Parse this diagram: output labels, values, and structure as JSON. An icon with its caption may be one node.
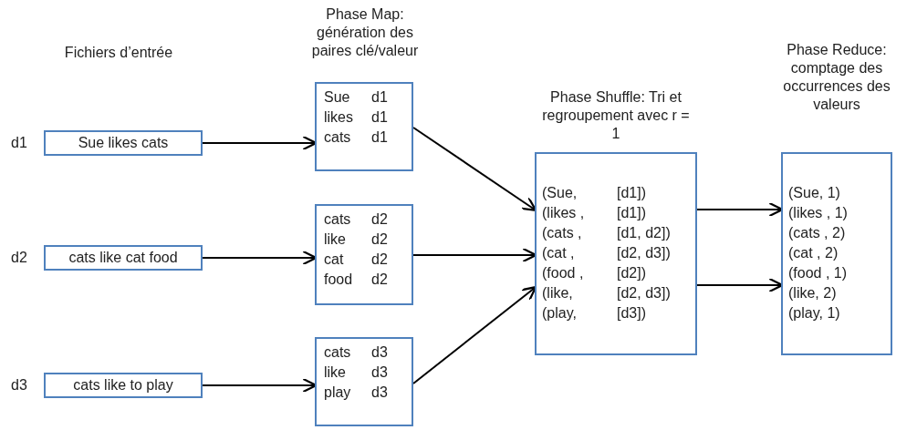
{
  "diagram": {
    "nodes": [
      {
        "text": [
          "Sue likes cats"
        ],
        "beside": [
          "d1"
        ]
      },
      {
        "text": [
          "cats like cat food"
        ],
        "beside": [
          "d2"
        ]
      },
      {
        "text": [
          "cats like to play"
        ],
        "beside": [
          "d3"
        ]
      },
      {
        "text": [
          "Sue d1",
          "likes d1",
          "cats d1"
        ]
      },
      {
        "text": [
          "cats d2",
          "like d2",
          "cat d2",
          "food d2"
        ]
      },
      {
        "text": [
          "cats d3",
          "like d3",
          "play d3"
        ]
      },
      {
        "text": [
          "Phase Shuffle: Tri et regroupement avec r = 1",
          "(Sue, [d1])",
          "(likes , [d1])",
          "(cats , [d1, d2])",
          "(cat , [d2, d3])",
          "(food , [d2])",
          "(like, [d2, d3])",
          "(play, [d3])"
        ]
      },
      {
        "text": [
          "Phase Reduce: comptage des occurrences des valeurs",
          "(Sue, 1)",
          "(likes , 1)",
          "(cats , 2)",
          "(cat , 2)",
          "(food , 1)",
          "(like, 2)",
          "(play, 1)"
        ]
      }
    ],
    "edges": [
      {
        "from": 0,
        "to": 3,
        "arrow": "to"
      },
      {
        "from": 1,
        "to": 4,
        "arrow": "to"
      },
      {
        "from": 2,
        "to": 5,
        "arrow": "to"
      },
      {
        "from": 3,
        "to": 6,
        "arrow": "to"
      },
      {
        "from": 4,
        "to": 6,
        "arrow": "to"
      },
      {
        "from": 5,
        "to": 6,
        "arrow": "to"
      },
      {
        "from": 6,
        "to": 7,
        "arrow": "to"
      },
      {
        "from": 6,
        "to": 7,
        "arrow": "to"
      }
    ],
    "labels": [
      "Fichiers d’entrée",
      "Phase Map: génération des paires clé/valeur"
    ]
  }
}
